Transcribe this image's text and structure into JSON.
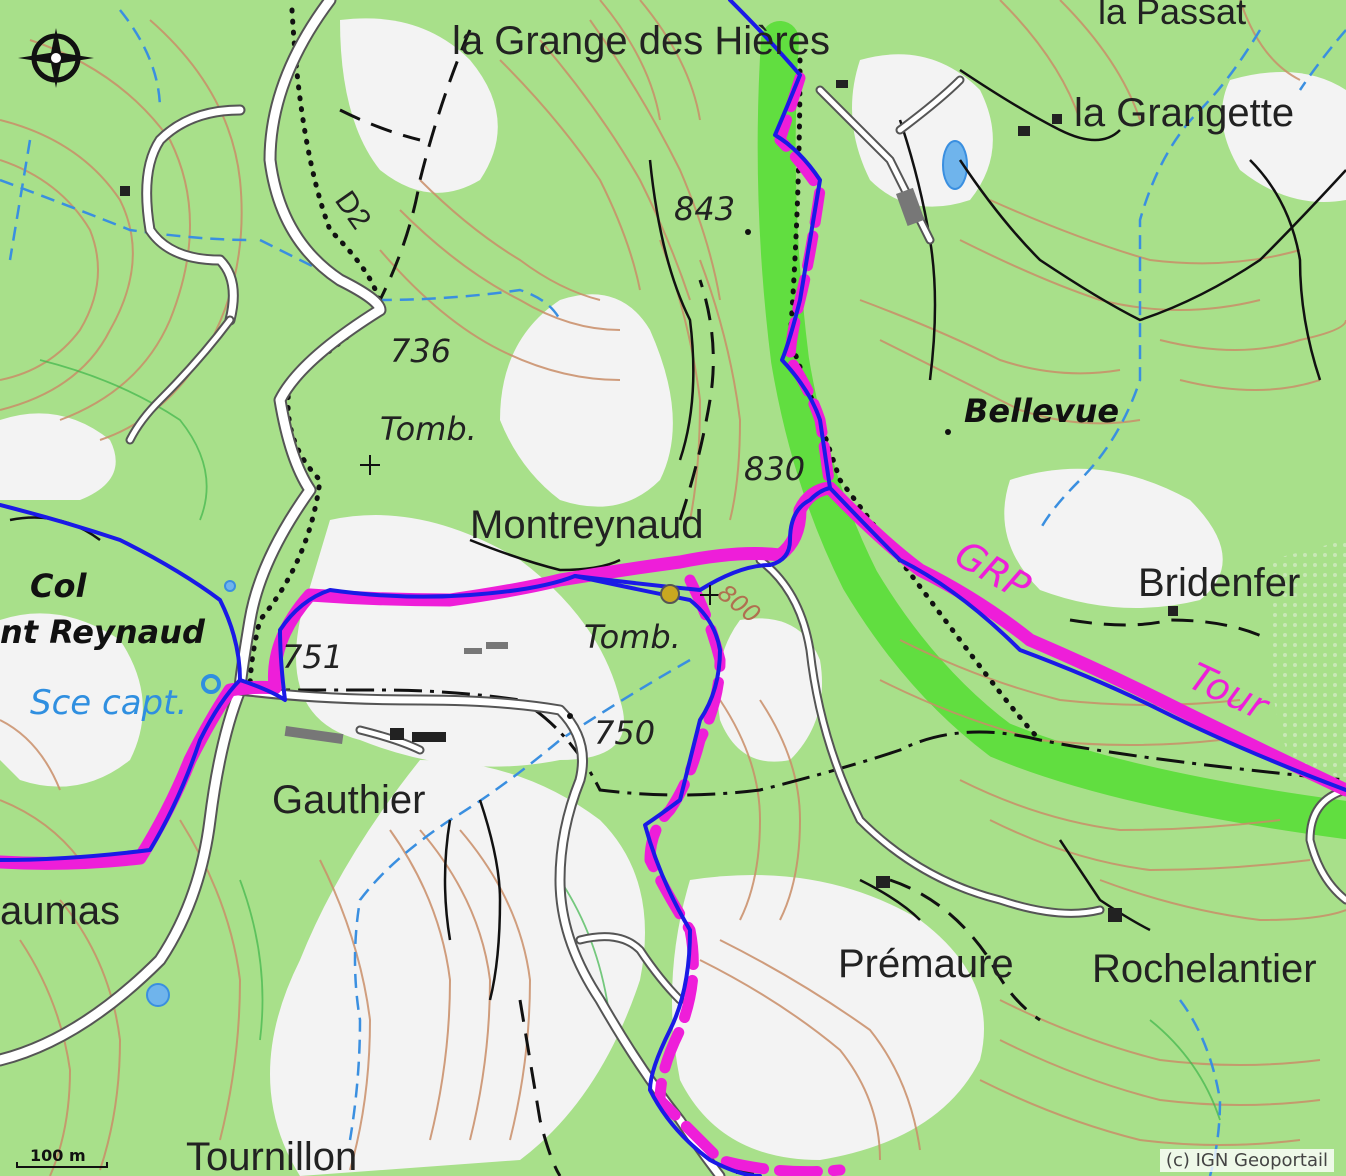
{
  "header": {
    "title": "la Grange des Hières"
  },
  "map": {
    "places": {
      "grange_hieres": "la Grange des Hières",
      "passat": "la Passat",
      "grangette": "la Grangette",
      "montreynaud": "Montreynaud",
      "bellevue": "Bellevue",
      "bridenfer": "Bridenfer",
      "col_line1": "Col",
      "col_line2": "nt Reynaud",
      "gauthier": "Gauthier",
      "aumas": "aumas",
      "premaure": "Prémaure",
      "rochelantier": "Rochelantier",
      "tournillon": "Tournillon"
    },
    "features": {
      "tomb_1": "Tomb.",
      "tomb_2": "Tomb.",
      "source": "Sce capt.",
      "road": "D2"
    },
    "elevations": {
      "e843": "843",
      "e736": "736",
      "e830": "830",
      "e751": "751",
      "e750": "750",
      "e800": "800"
    },
    "trail": {
      "grp": "GRP",
      "tour": "Tour"
    },
    "scale": "100 m",
    "attribution": "(c) IGN Geoportail",
    "colors": {
      "forest": "#a8e08a",
      "open": "#f4f4f4",
      "contour": "#c98e68",
      "trail_blue": "#1a1ae6",
      "trail_magenta": "#ee1ed9",
      "water": "#3a8fe0",
      "road_casing": "#555555",
      "green_band": "#55dd33"
    }
  }
}
